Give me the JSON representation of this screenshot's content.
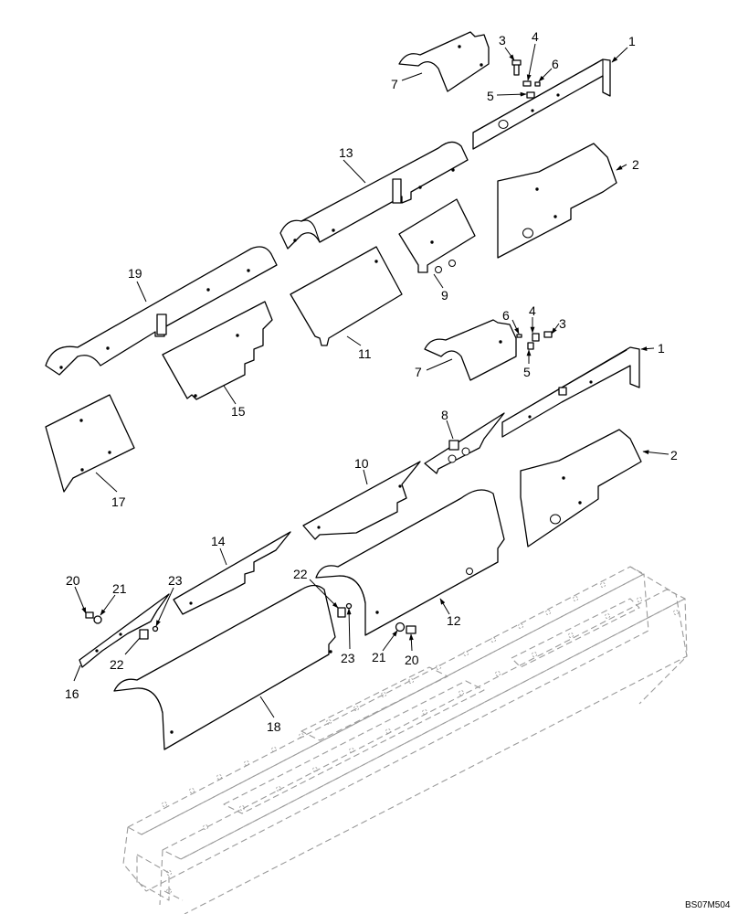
{
  "drawing": {
    "code": "BS07M504",
    "callouts": {
      "c1a": "1",
      "c2a": "2",
      "c3a": "3",
      "c4a": "4",
      "c5a": "5",
      "c6a": "6",
      "c7a": "7",
      "c13": "13",
      "c19": "19",
      "c9": "9",
      "c11": "11",
      "c15": "15",
      "c6b": "6",
      "c4b": "4",
      "c3b": "3",
      "c7b": "7",
      "c5b": "5",
      "c1b": "1",
      "c8": "8",
      "c2b": "2",
      "c17": "17",
      "c10": "10",
      "c14": "14",
      "c20a": "20",
      "c21a": "21",
      "c23a": "23",
      "c22a": "22",
      "c16": "16",
      "c22b": "22",
      "c23b": "23",
      "c12": "12",
      "c21b": "21",
      "c20b": "20",
      "c18": "18"
    }
  }
}
